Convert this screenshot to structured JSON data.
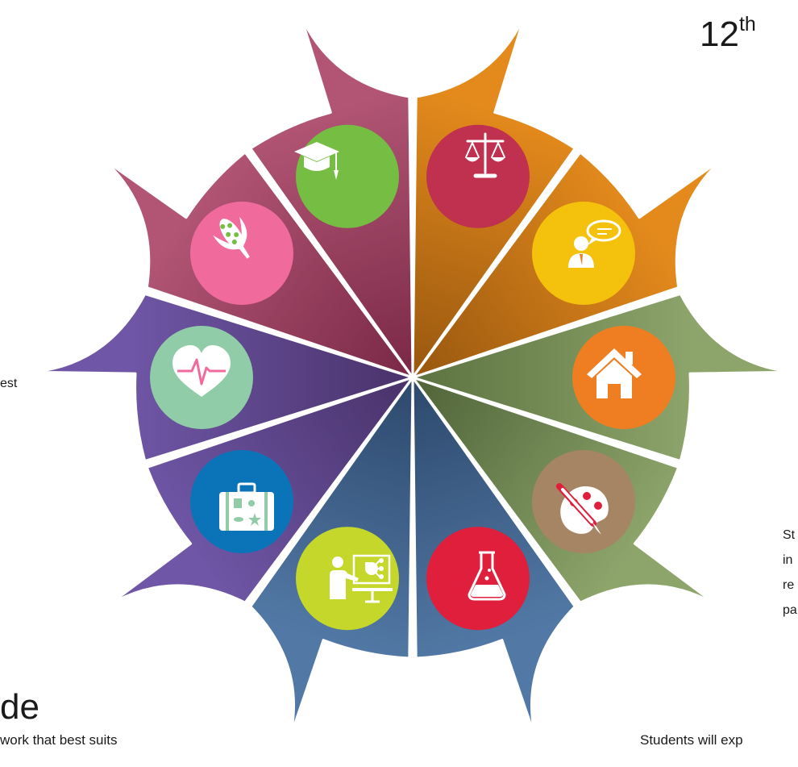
{
  "title": {
    "main": "12",
    "superscript": "th"
  },
  "left_fragments": {
    "best": "est",
    "heading": "de",
    "body": "work that best suits"
  },
  "right_fragments": {
    "lines": [
      "St",
      "in",
      "re",
      "pa"
    ],
    "body": "Students will exp"
  },
  "wheel": {
    "segments": [
      {
        "icon": "graduation-cap-icon",
        "grad_light": "#e48a1c",
        "grad_dark": "#9c5a10",
        "badge": "#c0304f"
      },
      {
        "icon": "scales-of-justice-icon",
        "grad_light": "#e48a1c",
        "grad_dark": "#9c5a10",
        "badge": "#f4c20d"
      },
      {
        "icon": "speaker-speech-bubble-icon",
        "grad_light": "#8da56b",
        "grad_dark": "#5f7543",
        "badge": "#ef7e22"
      },
      {
        "icon": "house-icon",
        "grad_light": "#8da56b",
        "grad_dark": "#53673b",
        "badge": "#a68565"
      },
      {
        "icon": "palette-brush-icon",
        "grad_light": "#5279a6",
        "grad_dark": "#2f4b6f",
        "badge": "#df1f3b"
      },
      {
        "icon": "flask-icon",
        "grad_light": "#5279a6",
        "grad_dark": "#2f4b6f",
        "badge": "#c6d72b"
      },
      {
        "icon": "presentation-board-icon",
        "grad_light": "#6f56a6",
        "grad_dark": "#4b346d",
        "badge": "#0b74b8"
      },
      {
        "icon": "suitcase-icon",
        "grad_light": "#6f56a6",
        "grad_dark": "#4b346d",
        "badge": "#8fcca7"
      },
      {
        "icon": "heart-pulse-icon",
        "grad_light": "#b25575",
        "grad_dark": "#7c2b48",
        "badge": "#f06b9c"
      },
      {
        "icon": "corn-icon",
        "grad_light": "#b25575",
        "grad_dark": "#7c2b48",
        "badge": "#76bd43"
      }
    ]
  }
}
